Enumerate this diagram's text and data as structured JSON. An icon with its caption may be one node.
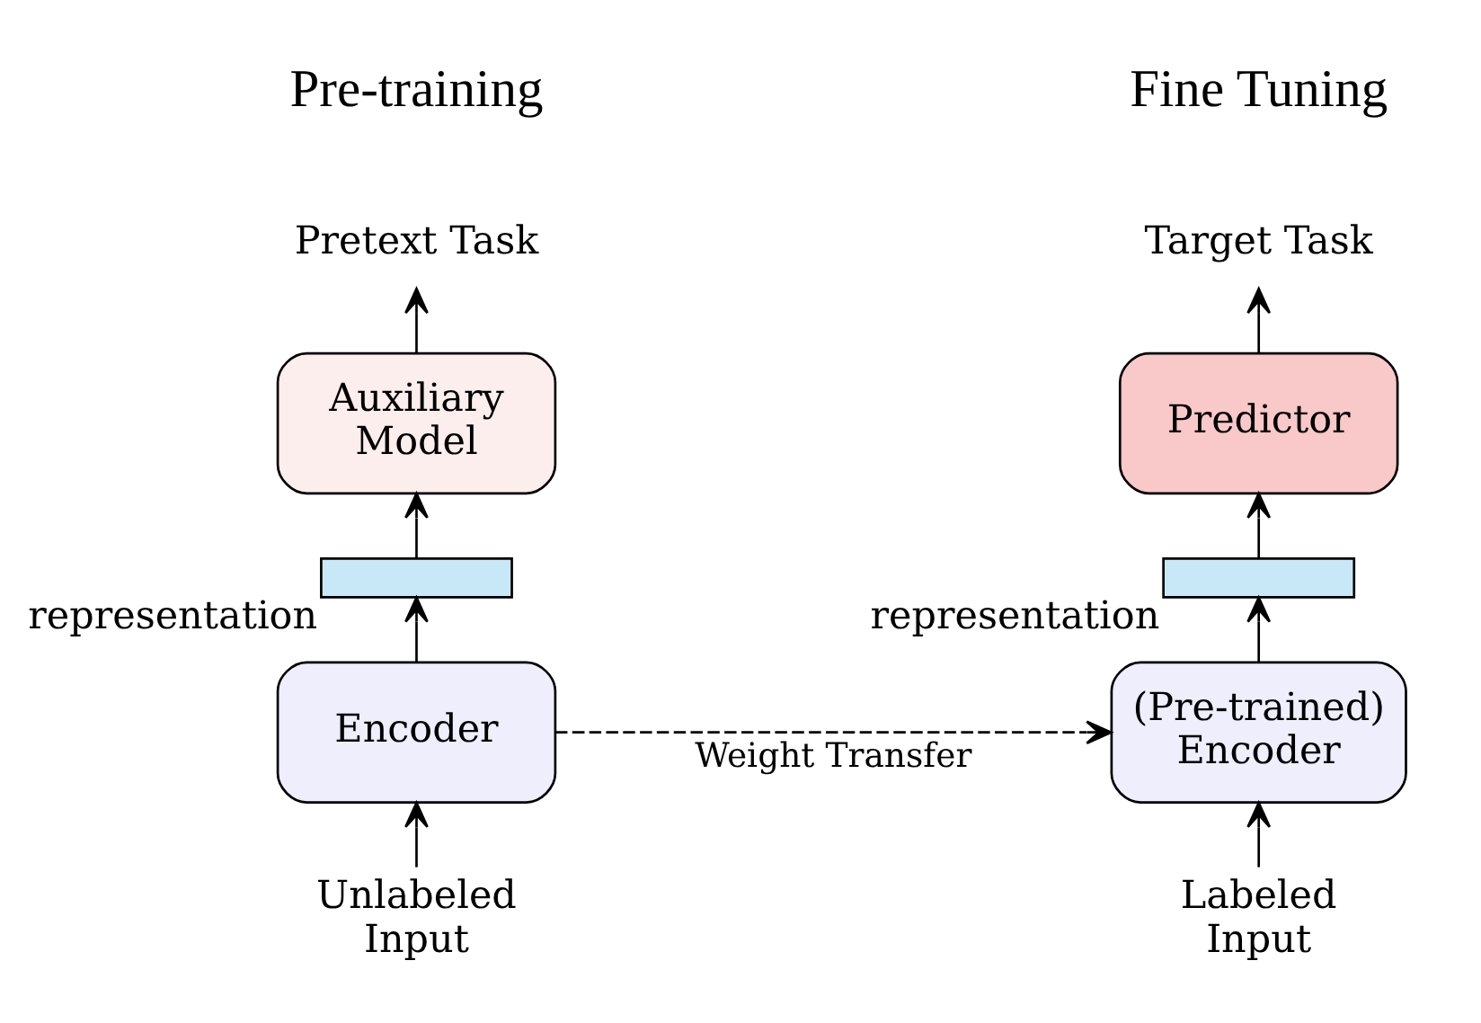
{
  "diagram": {
    "nodes": [
      {
        "text": [
          "Pretext Task"
        ]
      },
      {
        "text": [
          "Auxiliary Model"
        ]
      },
      {
        "text": [],
        "shape": "bar",
        "beside": [
          "representation"
        ]
      },
      {
        "text": [
          "Encoder"
        ]
      },
      {
        "text": [
          "Unlabeled Input"
        ]
      },
      {
        "text": [
          "Target Task"
        ]
      },
      {
        "text": [
          "Predictor"
        ]
      },
      {
        "text": [],
        "shape": "bar",
        "beside": [
          "representation"
        ]
      },
      {
        "text": [
          "(Pre-trained) Encoder"
        ]
      },
      {
        "text": [
          "Labeled Input"
        ]
      }
    ],
    "edges": [
      {
        "from": 4,
        "to": 3,
        "arrow": "to"
      },
      {
        "from": 3,
        "to": 2,
        "arrow": "to"
      },
      {
        "from": 2,
        "to": 1,
        "arrow": "to"
      },
      {
        "from": 1,
        "to": 0,
        "arrow": "to"
      },
      {
        "from": 9,
        "to": 8,
        "arrow": "to"
      },
      {
        "from": 8,
        "to": 7,
        "arrow": "to"
      },
      {
        "from": 7,
        "to": 6,
        "arrow": "to"
      },
      {
        "from": 6,
        "to": 5,
        "arrow": "to"
      },
      {
        "from": 3,
        "to": 8,
        "arrow": "to",
        "style": "dashed",
        "label": "Weight Transfer"
      }
    ],
    "labels": [
      "Pre-training",
      "Fine Tuning"
    ]
  }
}
